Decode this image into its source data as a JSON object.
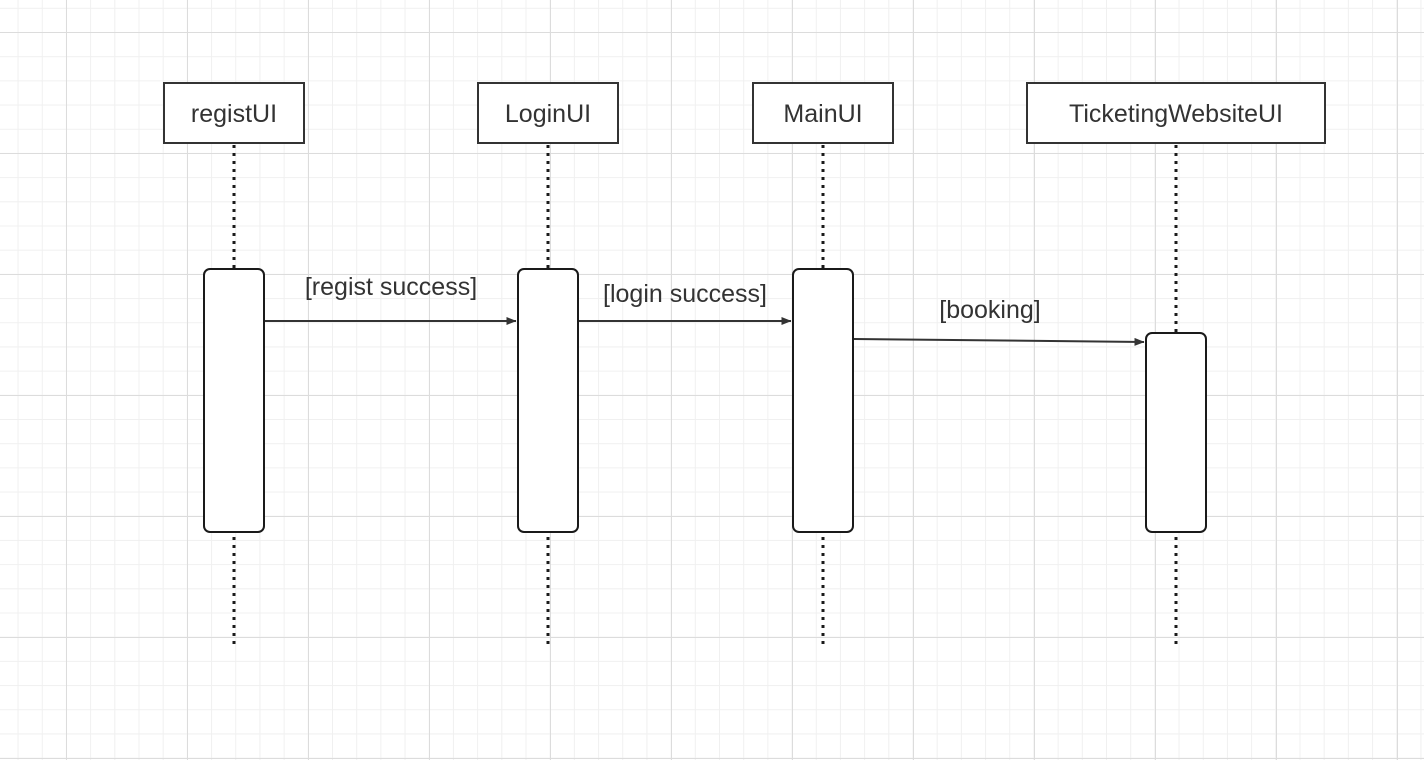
{
  "diagram": {
    "type": "sequence",
    "participants": [
      {
        "id": "regist",
        "label": "registUI"
      },
      {
        "id": "login",
        "label": "LoginUI"
      },
      {
        "id": "main",
        "label": "MainUI"
      },
      {
        "id": "ticketing",
        "label": "TicketingWebsiteUI"
      }
    ],
    "messages": [
      {
        "from": "regist",
        "to": "login",
        "label": "[regist success]"
      },
      {
        "from": "login",
        "to": "main",
        "label": "[login success]"
      },
      {
        "from": "main",
        "to": "ticketing",
        "label": "[booking]"
      }
    ],
    "colors": {
      "line": "#333333",
      "lifeline": "#1a1a1a",
      "box_fill": "#ffffff"
    }
  }
}
